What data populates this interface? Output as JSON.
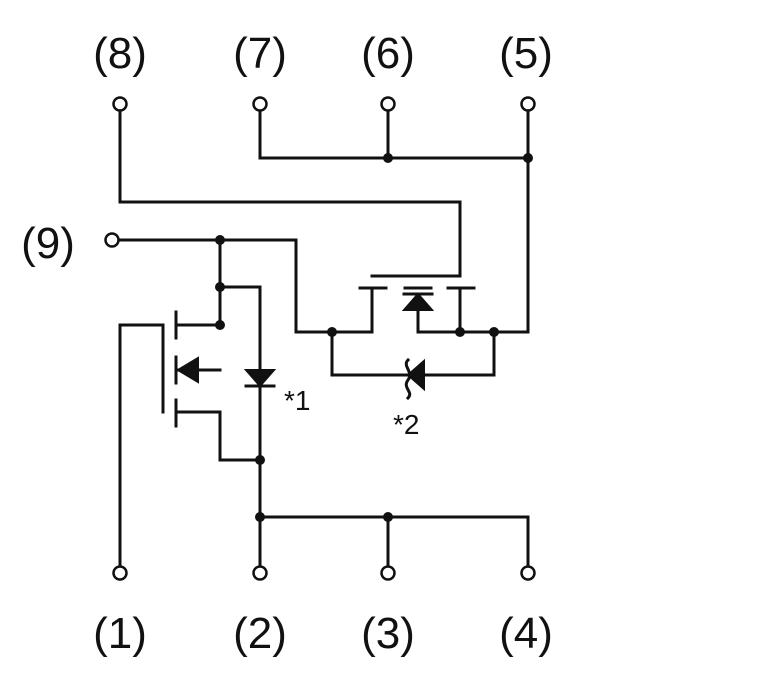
{
  "pins": {
    "p1": "(1)",
    "p2": "(2)",
    "p3": "(3)",
    "p4": "(4)",
    "p5": "(5)",
    "p6": "(6)",
    "p7": "(7)",
    "p8": "(8)",
    "p9": "(9)"
  },
  "notes": {
    "n1": "*1",
    "n2": "*2"
  }
}
